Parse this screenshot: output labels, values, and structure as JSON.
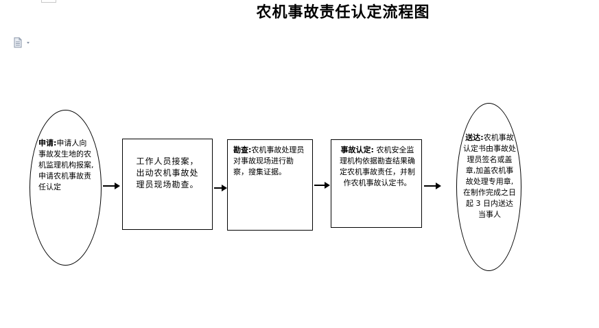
{
  "title": "农机事故责任认定流程图",
  "icons": {
    "document": "document-icon"
  },
  "steps": [
    {
      "id": "apply",
      "label": "申请:",
      "text": "申请人向事故发生地的农机监理机构报案,申请农机事故责任认定"
    },
    {
      "id": "accept",
      "label": "",
      "text": "工作人员接案，出动农机事故处理员现场勘查。"
    },
    {
      "id": "survey",
      "label": "勘查:",
      "text": "农机事故处理员对事故现场进行勘察，搜集证据。"
    },
    {
      "id": "determine",
      "label": "事故认定:",
      "text": " 农机安全监理机构依据勘查结果确定农机事故责任，并制作农机事故认定书。"
    },
    {
      "id": "deliver",
      "label": "送达:",
      "text": "农机事故认定书由事故处理员签名或盖章,加盖农机事故处理专用章,在制作完成之日起 3 日内送达当事人"
    }
  ]
}
